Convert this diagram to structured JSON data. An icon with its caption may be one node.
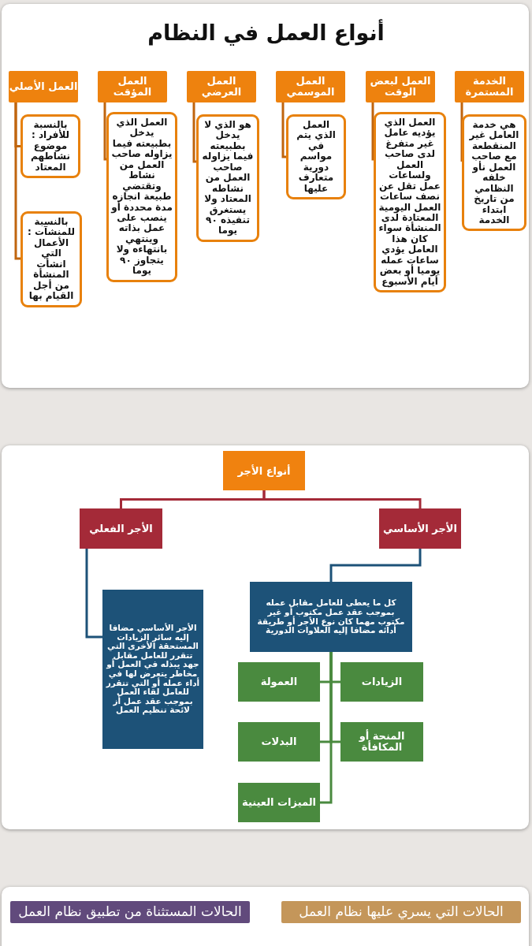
{
  "diagram": {
    "title": "أنواع العمل في النظام",
    "nodes": [
      {
        "text": [
          "الخدمة المستمرة"
        ]
      },
      {
        "text": [
          "العمل لبعض الوقت"
        ]
      },
      {
        "text": [
          "العمل الموسمي"
        ]
      },
      {
        "text": [
          "العمل العرضي"
        ]
      },
      {
        "text": [
          "العمل المؤقت"
        ]
      },
      {
        "text": [
          "العمل الأصلي"
        ]
      },
      {
        "text": [
          "هي خدمة العامل غير المنقطعة مع صاحب العمل نأو خلفه النظامي من تاريخ ابتداء الخدمة"
        ]
      },
      {
        "text": [
          "العمل الذي يؤديه عامل غير متفرغ لدى صاحب العمل ولساعات عمل تقل عن نصف ساعات العمل اليومية المعتادة لدى المنشأة سواء كان هذا العامل يؤدي ساعات عمله يوميا أو بعض أيام الأسبوع"
        ]
      },
      {
        "text": [
          "العمل الذي يتم في مواسم دورية متعارف عليها"
        ]
      },
      {
        "text": [
          "هو الذي لا يدخل بطبيعته فيما يزاوله صاحب العمل من نشاطه المعتاد ولا يستغرق تنفيذه ٩٠ يوما"
        ]
      },
      {
        "text": [
          "العمل الذي يدخل بطبيعته فيما يزاوله صاحب العمل من نشاط وتقتضي طبيعة انجازه مدة محددة أو ينصب على عمل بذاته وينتهي بانتهاءه ولا يتجاوز ٩٠ يوما"
        ]
      },
      {
        "text": [
          "بالنسبة للأفراد : موضوع نشاطهم المعتاد"
        ]
      },
      {
        "text": [
          "بالنسبة للمنشآت : الأعمال التي انشأت المنشأة من أجل القيام بها"
        ]
      },
      {
        "text": [
          "أنواع الأجر"
        ]
      },
      {
        "text": [
          "الأجر الأساسي"
        ]
      },
      {
        "text": [
          "الأجر الفعلي"
        ]
      },
      {
        "text": [
          "كل ما يعطى للعامل مقابل عمله بموجب عقد عمل مكتوب أو غير مكتوب مهما كان نوع الأجر أو طريقة أدائه مضافا إليه العلاوات الدورية"
        ]
      },
      {
        "text": [
          "الأجر الأساسي مضافا إليه سائر الزيادات المستحقة الأخرى التي تتقرر للعامل مقابل جهد يبذله في العمل أو مخاطر يتعرض لها في أداء عمله أو التي تتقرر للعامل لقاء العمل بموجب عقد عمل أز لائحة تنظيم العمل"
        ]
      },
      {
        "text": [
          "الزيادات"
        ]
      },
      {
        "text": [
          "العمولة"
        ]
      },
      {
        "text": [
          "المنحة أو المكافأة"
        ]
      },
      {
        "text": [
          "البدلات"
        ]
      },
      {
        "text": [
          "الميزات العينية"
        ]
      },
      {
        "text": [
          "الحالات التي يسري عليها نظام العمل"
        ]
      },
      {
        "text": [
          "الحالات المستثناة من تطبيق نظام العمل"
        ]
      }
    ],
    "edges": [
      {
        "from": 0,
        "to": 6,
        "arrow": "none"
      },
      {
        "from": 1,
        "to": 7,
        "arrow": "none"
      },
      {
        "from": 2,
        "to": 8,
        "arrow": "none"
      },
      {
        "from": 3,
        "to": 9,
        "arrow": "none"
      },
      {
        "from": 4,
        "to": 10,
        "arrow": "none"
      },
      {
        "from": 5,
        "to": 11,
        "arrow": "none"
      },
      {
        "from": 5,
        "to": 12,
        "arrow": "none"
      },
      {
        "from": 13,
        "to": 14,
        "arrow": "none",
        "color": "#a42a38"
      },
      {
        "from": 13,
        "to": 15,
        "arrow": "none",
        "color": "#a42a38"
      },
      {
        "from": 14,
        "to": 16,
        "arrow": "none",
        "color": "#1d5278"
      },
      {
        "from": 15,
        "to": 17,
        "arrow": "none",
        "color": "#1d5278"
      },
      {
        "from": 16,
        "to": 18,
        "arrow": "none",
        "color": "#4a8a3f"
      },
      {
        "from": 16,
        "to": 19,
        "arrow": "none",
        "color": "#4a8a3f"
      },
      {
        "from": 16,
        "to": 20,
        "arrow": "none",
        "color": "#4a8a3f"
      },
      {
        "from": 16,
        "to": 21,
        "arrow": "none",
        "color": "#4a8a3f"
      },
      {
        "from": 16,
        "to": 22,
        "arrow": "none",
        "color": "#4a8a3f"
      }
    ]
  }
}
